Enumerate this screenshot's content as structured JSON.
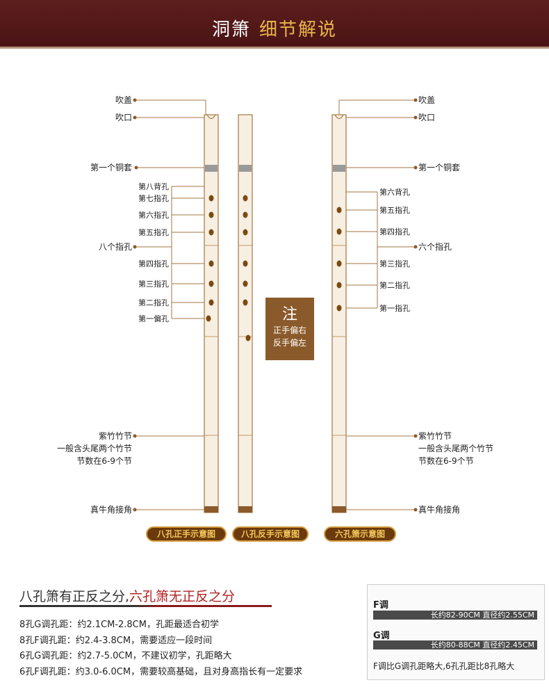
{
  "header": {
    "title_main": "洞箫",
    "title_accent": "细节解说"
  },
  "left_labels": {
    "blow_cap": "吹盖",
    "mouthpiece": "吹口",
    "first_copper": "第一个铜套",
    "eighth_back": "第八背孔",
    "seventh": "第七指孔",
    "sixth": "第六指孔",
    "fifth": "第五指孔",
    "eight_holes": "八个指孔",
    "fourth": "第四指孔",
    "third": "第三指孔",
    "second": "第二指孔",
    "first_offset": "第一偏孔",
    "bamboo_node": "紫竹竹节",
    "node_desc1": "一般含头尾两个竹节",
    "node_desc2": "节数在6-9个节",
    "horn": "真牛角接角"
  },
  "right_labels": {
    "blow_cap": "吹盖",
    "mouthpiece": "吹口",
    "first_copper": "第一个铜套",
    "sixth_back": "第六背孔",
    "fifth": "第五指孔",
    "fourth": "第四指孔",
    "six_holes": "六个指孔",
    "third": "第三指孔",
    "second": "第二指孔",
    "first": "第一指孔",
    "bamboo_node": "紫竹竹节",
    "node_desc1": "一般含头尾两个竹节",
    "node_desc2": "节数在6-9个节",
    "horn": "真牛角接角"
  },
  "note": {
    "title": "注",
    "line1": "正手偏右",
    "line2": "反手偏左"
  },
  "captions": [
    "八孔正手示意图",
    "八孔反手示意图",
    "六孔箫示意图"
  ],
  "bottom": {
    "heading_a": "八孔箫有正反之分,",
    "heading_b": "六孔箫无正反之分",
    "specs": [
      "8孔G调孔距：约2.1CM-2.8CM，孔距最适合初学",
      "8孔F调孔距：约2.4-3.8CM，需要适应一段时间",
      "6孔G调孔距：约2.7-5.0CM，不建议初学，孔距略大",
      "6孔F调孔距：约3.0-6.0CM，需要较高基础，且对身高指长有一定要求"
    ]
  },
  "key_box": {
    "f_label": "F调",
    "f_spec": "长约82-90CM  直径约2.55CM",
    "g_label": "G调",
    "g_spec": "长约80-88CM  直径约2.45CM",
    "note": "F调比G调孔距略大,6孔孔距比8孔略大"
  },
  "colors": {
    "header_bg": "#4a1414",
    "accent_gold": "#e7b64a",
    "flute_body": "#f7efe2",
    "flute_outline": "#a4763f",
    "hole": "#7a4a12",
    "horn_end": "#8b5a2b",
    "note_bg": "#8b5a2b",
    "heading_red": "#b22222"
  }
}
